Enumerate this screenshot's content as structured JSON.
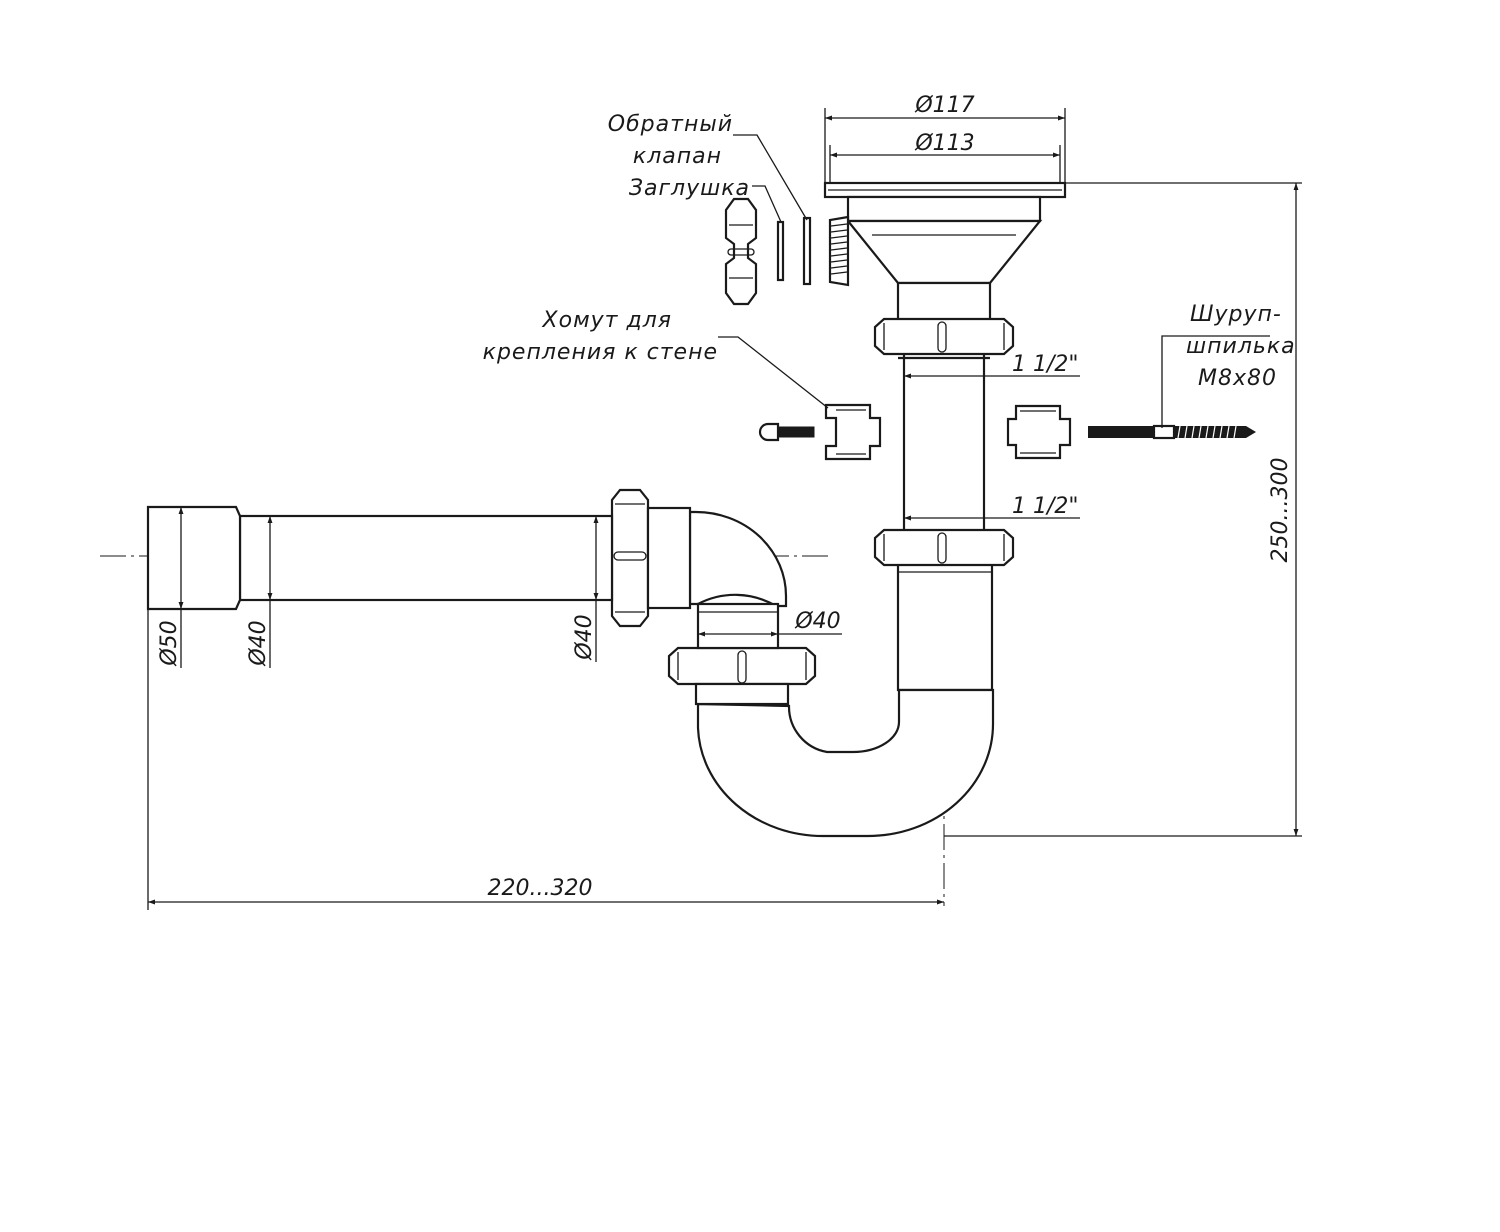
{
  "labels": {
    "check_valve_line1": "Обратный",
    "check_valve_line2": "клапан",
    "plug": "Заглушка",
    "clamp_line1": "Хомут для",
    "clamp_line2": "крепления к стене",
    "screw_line1": "Шуруп-",
    "screw_line2": "шпилька",
    "screw_line3": "М8х80"
  },
  "dimensions": {
    "flange_outer": "Ø117",
    "flange_inner": "Ø113",
    "thread_upper": "1 1/2\"",
    "thread_lower": "1 1/2\"",
    "height_range": "250...300",
    "length_range": "220...320",
    "outlet_dia": "Ø50",
    "pipe_dia": "Ø40",
    "nut_dia": "Ø40",
    "elbow_dia": "Ø40"
  }
}
